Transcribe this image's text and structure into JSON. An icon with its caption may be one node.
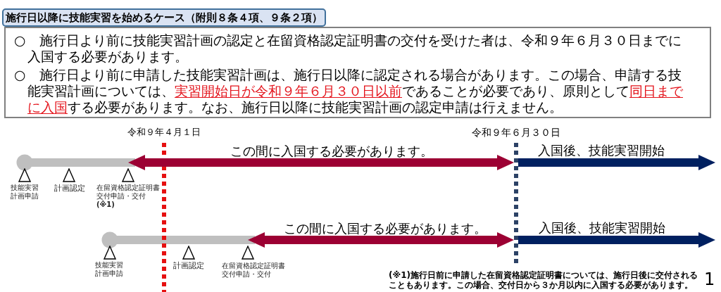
{
  "diagram": {
    "title": "施行日以降に技能実習を始めるケース（附則８条４項、９条２項）",
    "nodes": [
      {
        "text": [
          "○　施行日より前に技能実習計画の認定と在留資格認定証明書の交付を受けた者は、令和９年６月３０日までに入国する必要があります。",
          "○　施行日より前に申請した技能実習計画は、施行日以降に認定される場合があります。この場合、申請する技能実習計画については、**実習開始日が令和９年６月３０日以前**であることが必要であり、原則として**同日までに入国**する必要があります。なお、施行日以降に技能実習計画の認定申請は行えません。"
        ]
      },
      {
        "text": [],
        "shape": "line",
        "beside": [
          "令和９年４月１日"
        ]
      },
      {
        "text": [],
        "shape": "line",
        "beside": [
          "令和９年６月３０日"
        ]
      },
      {
        "text": [
          "技能実習計画申請"
        ]
      },
      {
        "text": [
          "計画認定"
        ]
      },
      {
        "text": [
          "在留資格認定証明書交付申請・交付",
          "(※1)"
        ]
      },
      {
        "text": [
          "技能実習計画申請"
        ]
      },
      {
        "text": [
          "計画認定"
        ]
      },
      {
        "text": [
          "在留資格認定証明書交付申請・交付"
        ]
      }
    ],
    "edges": [
      {
        "from": 5,
        "to": 2,
        "arrow": "both",
        "label": "この間に入国する必要があります。",
        "color": "#9c0033"
      },
      {
        "from": 2,
        "to": null,
        "arrow": "to",
        "label": "入国後、技能実習開始",
        "color": "#002060"
      },
      {
        "from": 8,
        "to": 2,
        "arrow": "both",
        "label": "この間に入国する必要があります。",
        "color": "#9c0033"
      },
      {
        "from": 2,
        "to": null,
        "arrow": "to",
        "label": "入国後、技能実習開始",
        "color": "#002060"
      }
    ],
    "labels": [
      "(※1)施行日前に申請した在留資格認定証明書については、施行日後に交付されることもあります。この場合、交付日から３か月以内に入国する必要があります。",
      "1"
    ]
  }
}
